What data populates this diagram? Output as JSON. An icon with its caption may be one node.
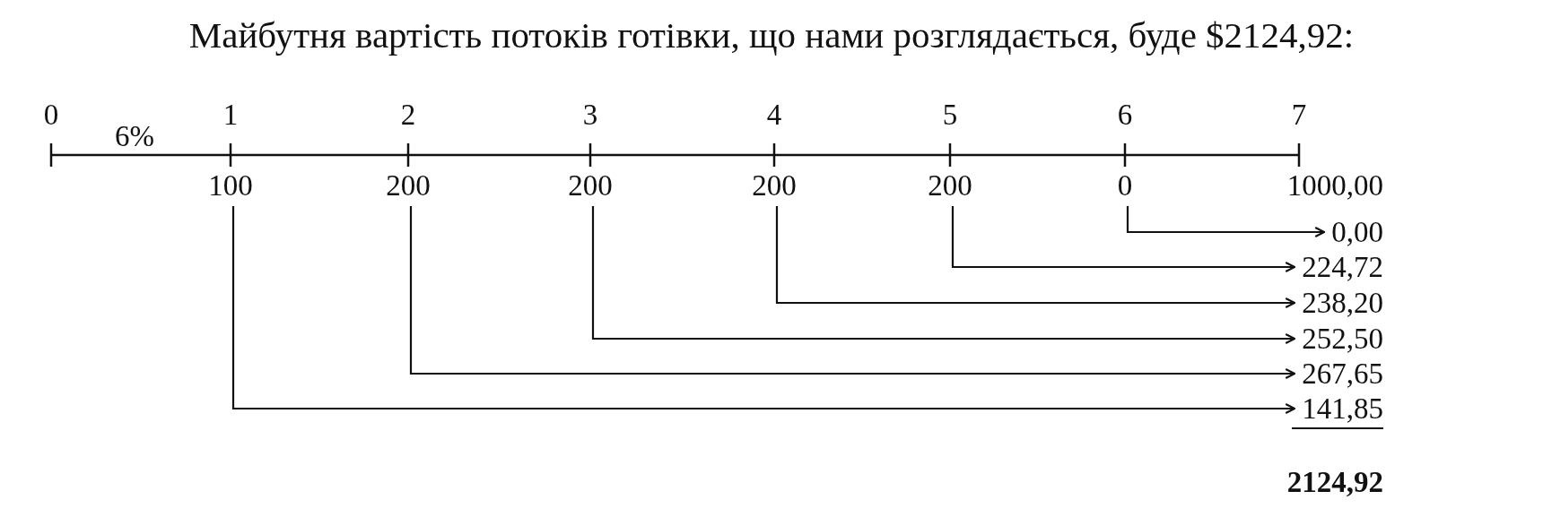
{
  "diagram": {
    "title": "Майбутня вартість потоків готівки, що нами розглядається, буде $2124,92:",
    "nodes": [
      {
        "text": [
          "100"
        ]
      },
      {
        "text": [
          "200"
        ]
      },
      {
        "text": [
          "200"
        ]
      },
      {
        "text": [
          "200"
        ]
      },
      {
        "text": [
          "200"
        ]
      },
      {
        "text": [
          "0"
        ]
      },
      {
        "text": [
          "1000,00"
        ]
      },
      {
        "text": [
          "0,00"
        ]
      },
      {
        "text": [
          "224,72"
        ]
      },
      {
        "text": [
          "238,20"
        ]
      },
      {
        "text": [
          "252,50"
        ]
      },
      {
        "text": [
          "267,65"
        ]
      },
      {
        "text": [
          "141,85"
        ]
      }
    ],
    "edges": [
      {
        "from": 5,
        "to": 7,
        "arrow": "to"
      },
      {
        "from": 4,
        "to": 8,
        "arrow": "to"
      },
      {
        "from": 3,
        "to": 9,
        "arrow": "to"
      },
      {
        "from": 2,
        "to": 10,
        "arrow": "to"
      },
      {
        "from": 1,
        "to": 11,
        "arrow": "to"
      },
      {
        "from": 0,
        "to": 12,
        "arrow": "to"
      }
    ],
    "labels": [
      "0",
      "6%",
      "1",
      "2",
      "3",
      "4",
      "5",
      "6",
      "7",
      "2124,92"
    ]
  }
}
